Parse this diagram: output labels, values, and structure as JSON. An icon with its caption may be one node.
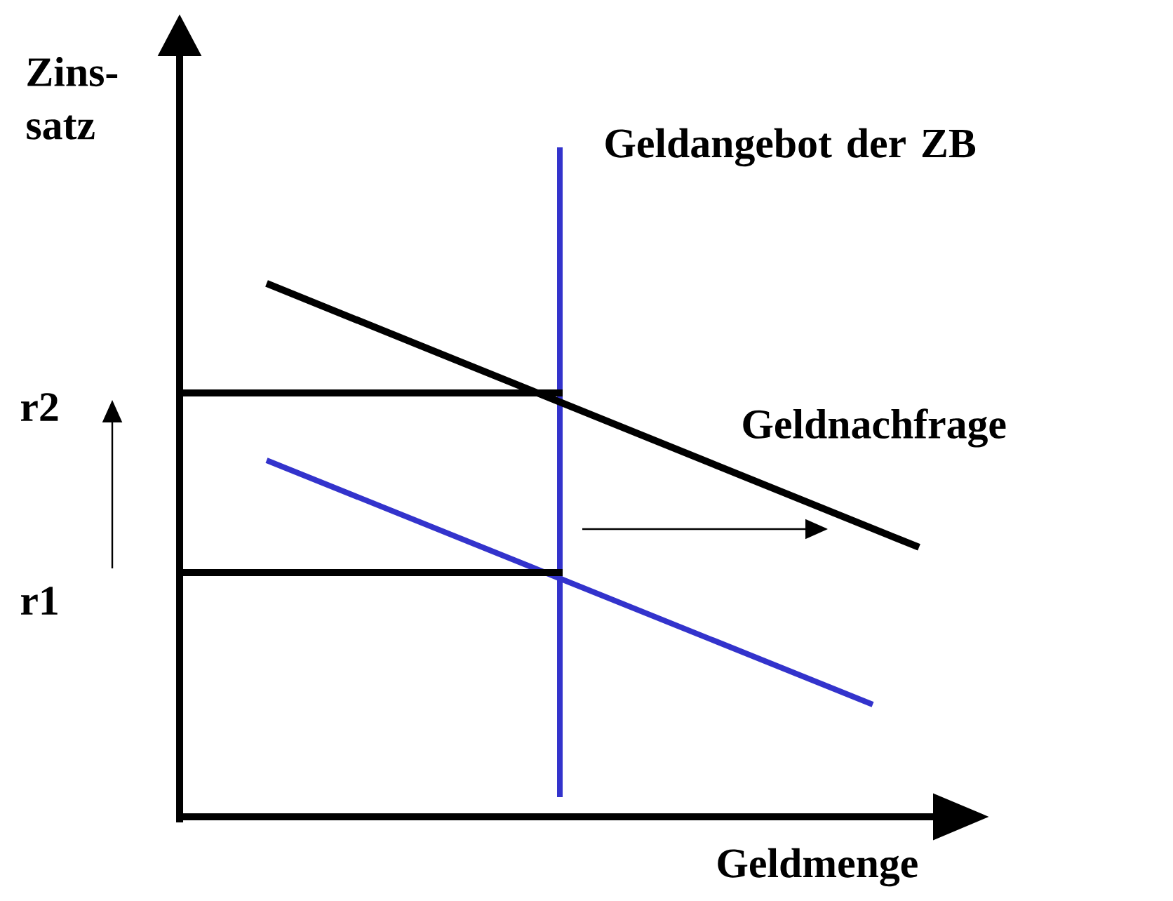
{
  "diagram": {
    "labels": [
      "Zins- satz",
      "Geldangebot der ZB",
      "r2",
      "Geldnachfrage",
      "r1",
      "Geldmenge"
    ]
  }
}
